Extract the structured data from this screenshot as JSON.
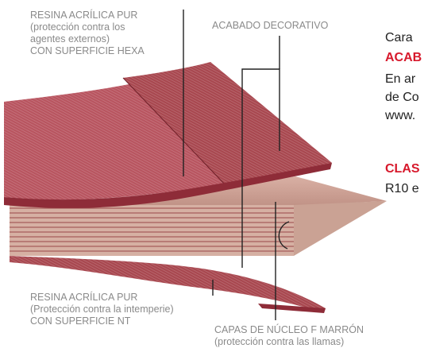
{
  "labels": {
    "top_resin": "RESINA ACRÍLICA PUR\n(protección contra los\nagentes externos)\nCON SUPERFICIE HEXA",
    "decorative": "ACABADO DECORATIVO",
    "bottom_resin": "RESINA ACRÍLICA PUR\n(Protección contra la intemperie)\nCON SUPERFICIE NT",
    "core": "CAPAS DE NÚCLEO F MARRÓN\n(protección contra las llamas)"
  },
  "side": {
    "intro": "Cara",
    "heading_1": "ACAB",
    "body_1": "En ar\nde Co\nwww.",
    "heading_2": "CLAS",
    "body_2": "R10 e"
  },
  "colors": {
    "panel_top": "#b8545f",
    "panel_top_dark": "#a8474f",
    "edge": "#8e2c38",
    "core_tan": "#c79b8f",
    "core_light": "#e6cbc0",
    "core_line": "#9a4848",
    "leader": "#222222",
    "label_text": "#8a8a8a",
    "accent": "#d7192c"
  }
}
